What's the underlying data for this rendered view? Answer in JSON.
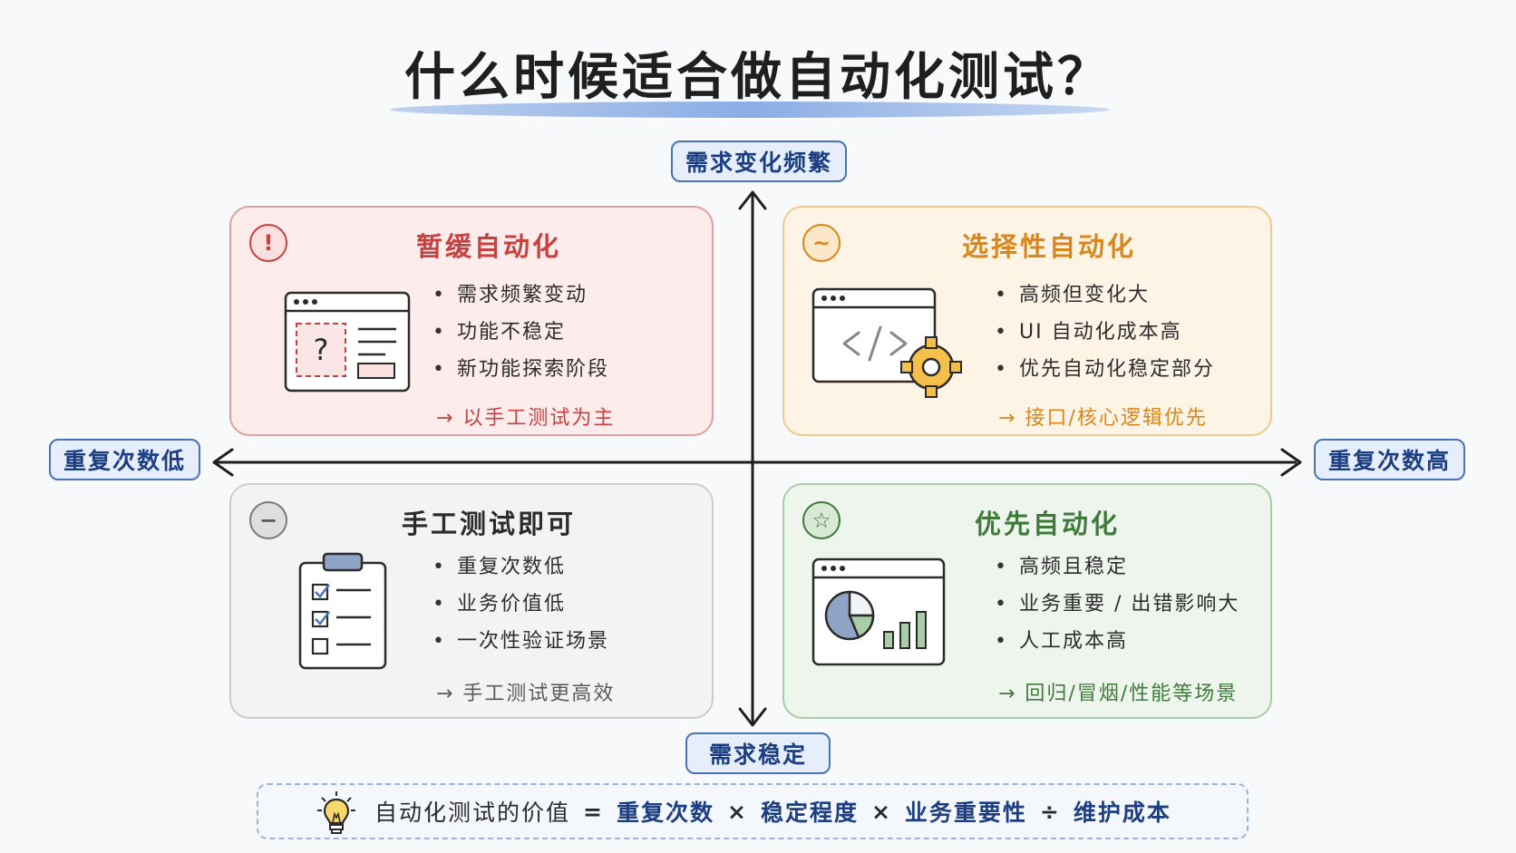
{
  "title": "什么时候适合做自动化测试？",
  "axes": {
    "top": "需求变化频繁",
    "bottom": "需求稳定",
    "left": "重复次数低",
    "right": "重复次数高"
  },
  "quadrants": {
    "top_left": {
      "icon": "exclamation-icon",
      "icon_glyph": "!",
      "title": "暂缓自动化",
      "items": [
        "需求频繁变动",
        "功能不稳定",
        "新功能探索阶段"
      ],
      "note": "→ 以手工测试为主",
      "accent": "#c9413f"
    },
    "top_right": {
      "icon": "tilde-icon",
      "icon_glyph": "~",
      "title": "选择性自动化",
      "items": [
        "高频但变化大",
        "UI 自动化成本高",
        "优先自动化稳定部分"
      ],
      "note": "→ 接口/核心逻辑优先",
      "accent": "#d9861c"
    },
    "bottom_left": {
      "icon": "minus-icon",
      "icon_glyph": "−",
      "title": "手工测试即可",
      "items": [
        "重复次数低",
        "业务价值低",
        "一次性验证场景"
      ],
      "note": "→ 手工测试更高效",
      "accent": "#5a5a5a"
    },
    "bottom_right": {
      "icon": "star-icon",
      "icon_glyph": "☆",
      "title": "优先自动化",
      "items": [
        "高频且稳定",
        "业务重要 / 出错影响大",
        "人工成本高"
      ],
      "note": "→ 回归/冒烟/性能等场景",
      "accent": "#3f7a3b"
    }
  },
  "formula": {
    "lead": "自动化测试的价值",
    "equals": "=",
    "term1": "重复次数",
    "op1": "×",
    "term2": "稳定程度",
    "op2": "×",
    "term3": "业务重要性",
    "op3": "÷",
    "term4": "维护成本"
  },
  "colors": {
    "axis": "#1f1f1f",
    "axis_label_bg": "#e6eefc",
    "axis_label_border": "#4a72b8",
    "red": "#c9413f",
    "orange": "#d9861c",
    "gray": "#5a5a5a",
    "green": "#3f7a3b"
  }
}
